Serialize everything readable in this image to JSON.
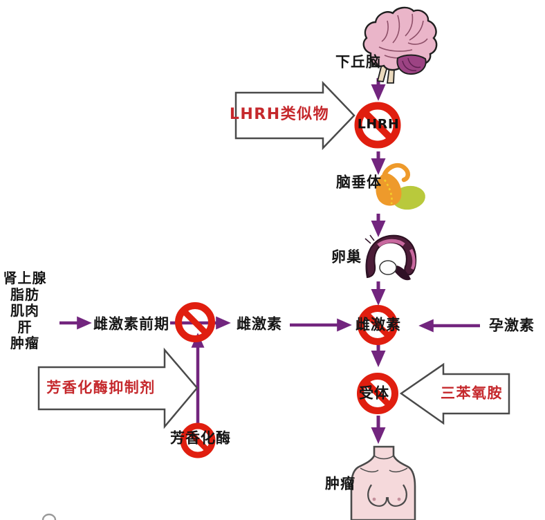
{
  "diagram": {
    "nodes": {
      "hypothalamus": "下丘脑",
      "lhrh": "LHRH",
      "pituitary": "脑垂体",
      "ovary": "卵巢",
      "estrogen_sources": [
        "肾上腺",
        "脂肪",
        "肌肉",
        "肝",
        "肿瘤"
      ],
      "estrogen_precursor": "雌激素前期",
      "estrogen": "雌激素",
      "estrogen_central": "雌激素",
      "progestogen": "孕激素",
      "aromatase": "芳香化酶",
      "receptor": "受体",
      "tumor": "肿瘤"
    },
    "blockers": {
      "lhrh_analog": "LHRH类似物",
      "aromatase_inhibitor": "芳香化酶抑制剂",
      "tamoxifen": "三苯氧胺"
    },
    "colors": {
      "arrow_purple": "#72257e",
      "prohibition_red": "#e01e0f",
      "blocker_text_red": "#c5282c",
      "label_black": "#151515",
      "block_arrow_fill": "#ffffff",
      "block_arrow_outline": "#4a4a4a",
      "background": "#ffffff"
    },
    "icons": {
      "brain-image": "pink cartoon brain (hypothalamus)",
      "pituitary-image": "orange and yellow-green pituitary gland",
      "ovary-image": "dark pink curved ovary with fallopian tube",
      "torso-image": "female upper torso (breast tumor site)",
      "prohibition-icon": "red no-entry circle with diagonal slash",
      "arrow-icon": "purple flow arrow",
      "block-arrow-icon": "white outlined block arrow"
    }
  }
}
